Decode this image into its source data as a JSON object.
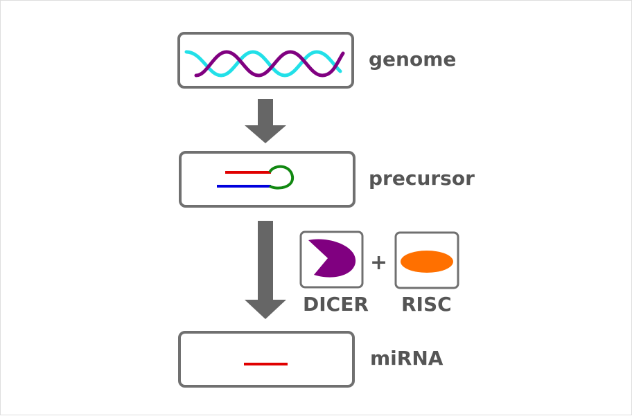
{
  "stages": [
    {
      "label": "genome"
    },
    {
      "label": "precursor"
    },
    {
      "label": "miRNA"
    }
  ],
  "enzymes": [
    {
      "label": "DICER",
      "color": "#800080"
    },
    {
      "label": "RISC",
      "color": "#ff7000"
    }
  ],
  "plus_sign": "+",
  "colors": {
    "box_border": "#707070",
    "arrow": "#666666",
    "helix_strand_1": "#22e0e8",
    "helix_strand_2": "#800080",
    "precursor_top_strand": "#e00000",
    "precursor_bottom_strand": "#0000dd",
    "precursor_loop": "#118811",
    "mirna_strand": "#e00000",
    "text": "#555555"
  }
}
